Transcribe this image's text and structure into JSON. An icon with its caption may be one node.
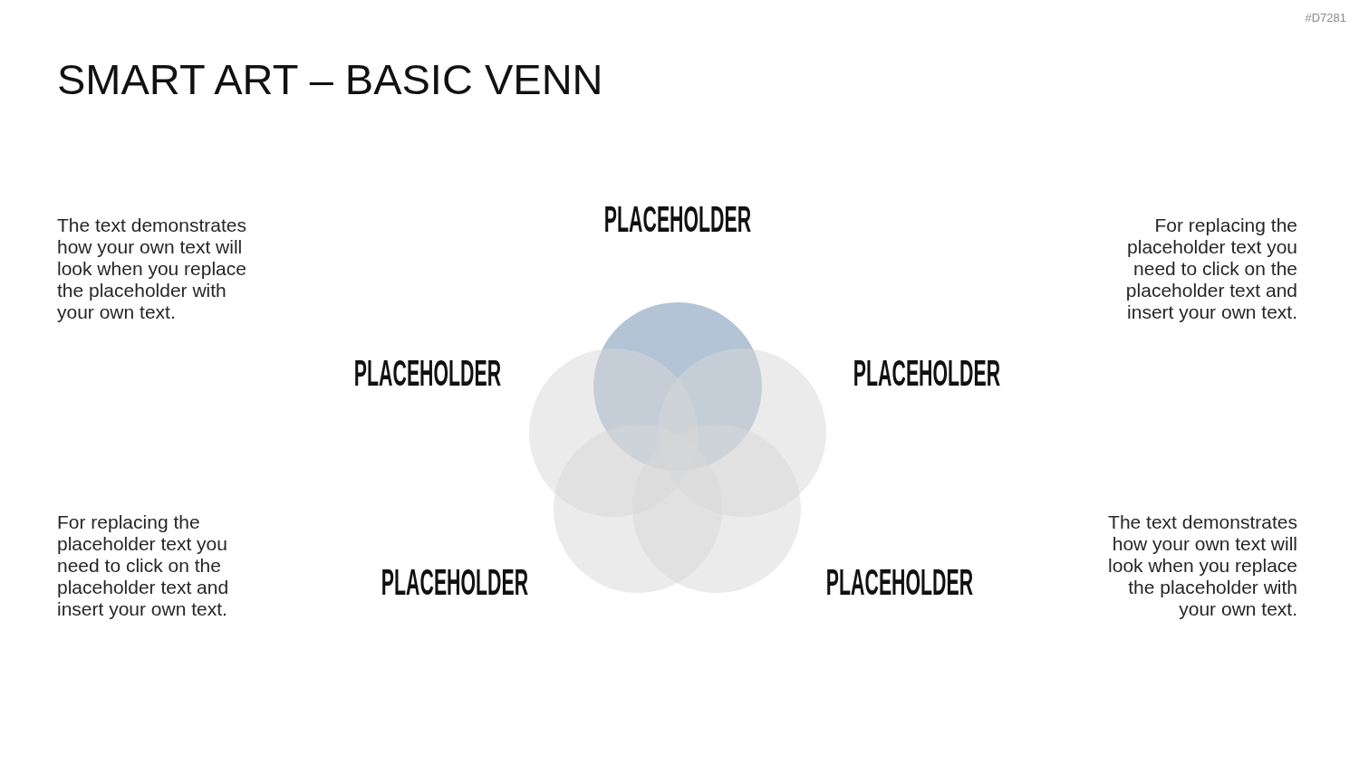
{
  "diagram": {
    "title": "SMART ART – BASIC VENN",
    "nodes": [
      {
        "text": [
          "PLACEHOLDER"
        ]
      },
      {
        "text": [
          "PLACEHOLDER"
        ]
      },
      {
        "text": [
          "PLACEHOLDER"
        ]
      },
      {
        "text": [
          "PLACEHOLDER"
        ]
      },
      {
        "text": [
          "PLACEHOLDER"
        ]
      }
    ],
    "labels": [
      "#D7281",
      "The text demonstrates how your own text will look when you replace the placeholder with your own text.",
      "For replacing the placeholder text you need to click on the placeholder text  and insert your own text.",
      "For replacing the placeholder text you need to click on the placeholder text  and insert your own text.",
      "The text demonstrates how your own text will look when you replace the placeholder with your own text."
    ]
  }
}
